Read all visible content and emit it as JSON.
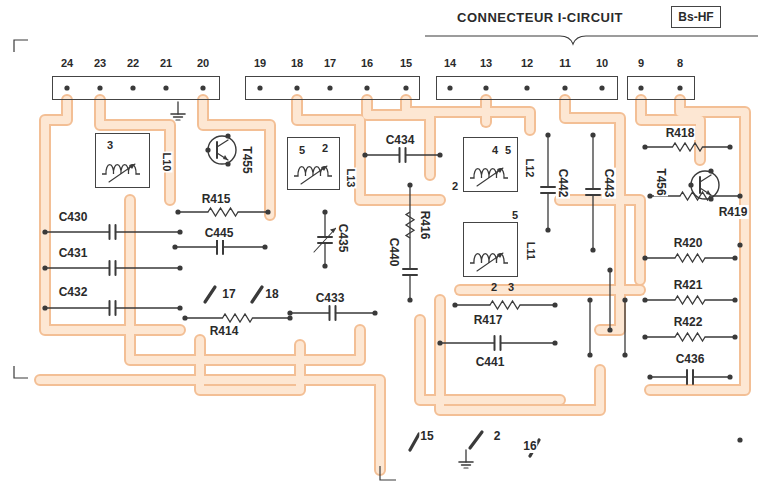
{
  "diagram": {
    "title": "CONNECTEUR I-CIRCUIT",
    "nodes": [
      {
        "text": [
          "Bs-HF"
        ]
      },
      {
        "text": [
          "24",
          "23",
          "22",
          "21",
          "20"
        ]
      },
      {
        "text": [
          "19",
          "18",
          "17",
          "16",
          "15"
        ]
      },
      {
        "text": [
          "14",
          "13",
          "12",
          "11",
          "10"
        ]
      },
      {
        "text": [
          "9",
          "8"
        ]
      },
      {
        "text": [
          "3",
          "L10"
        ]
      },
      {
        "text": [
          "2",
          "5",
          "L13"
        ]
      },
      {
        "text": [
          "2",
          "4",
          "5",
          "L12"
        ]
      },
      {
        "text": [
          "5",
          "2",
          "3",
          "L11"
        ]
      }
    ],
    "labels": [
      "T455",
      "R415",
      "C445",
      "C430",
      "C431",
      "C432",
      "17",
      "18",
      "R414",
      "C435",
      "C433",
      "C434",
      "C440",
      "R416",
      "C442",
      "C443",
      "R417",
      "C441",
      "R418",
      "T456",
      "R419",
      "R420",
      "R421",
      "R422",
      "C436",
      "15",
      "2",
      "16"
    ]
  }
}
